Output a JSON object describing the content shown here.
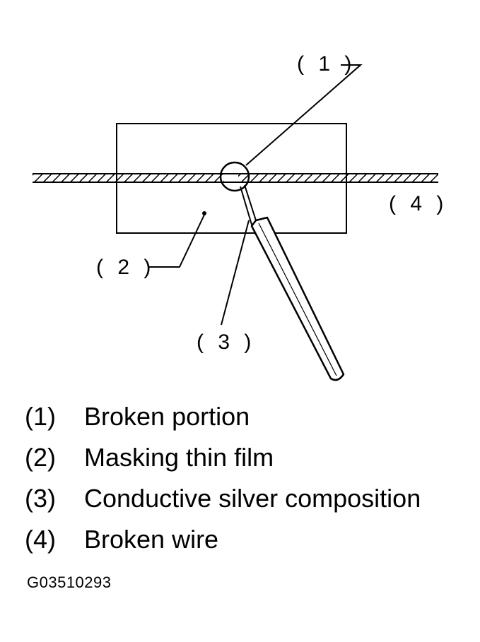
{
  "diagram": {
    "callouts": {
      "c1": "( 1 )",
      "c2": "( 2 )",
      "c3": "( 3 )",
      "c4": "( 4 )"
    }
  },
  "legend": [
    {
      "marker": "(1)",
      "text": "Broken portion"
    },
    {
      "marker": "(2)",
      "text": "Masking thin film"
    },
    {
      "marker": "(3)",
      "text": "Conductive silver composition"
    },
    {
      "marker": "(4)",
      "text": "Broken wire"
    }
  ],
  "figure_code": "G03510293"
}
